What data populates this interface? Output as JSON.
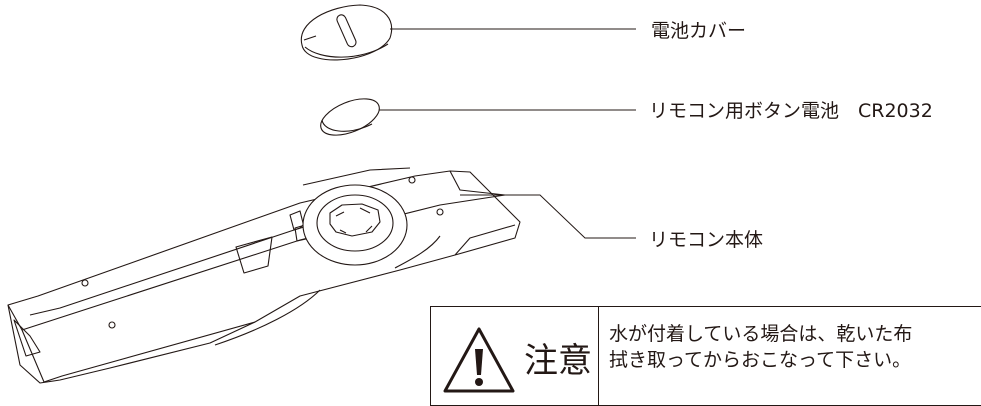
{
  "labels": {
    "battery_cover": "電池カバー",
    "button_battery": "リモコン用ボタン電池　CR2032",
    "remote_body": "リモコン本体"
  },
  "caution": {
    "title": "注意",
    "line1": "水が付着している場合は、乾いた布",
    "line2": "拭き取ってからおこなって下さい。"
  },
  "colors": {
    "line": "#231815",
    "background": "#ffffff"
  }
}
